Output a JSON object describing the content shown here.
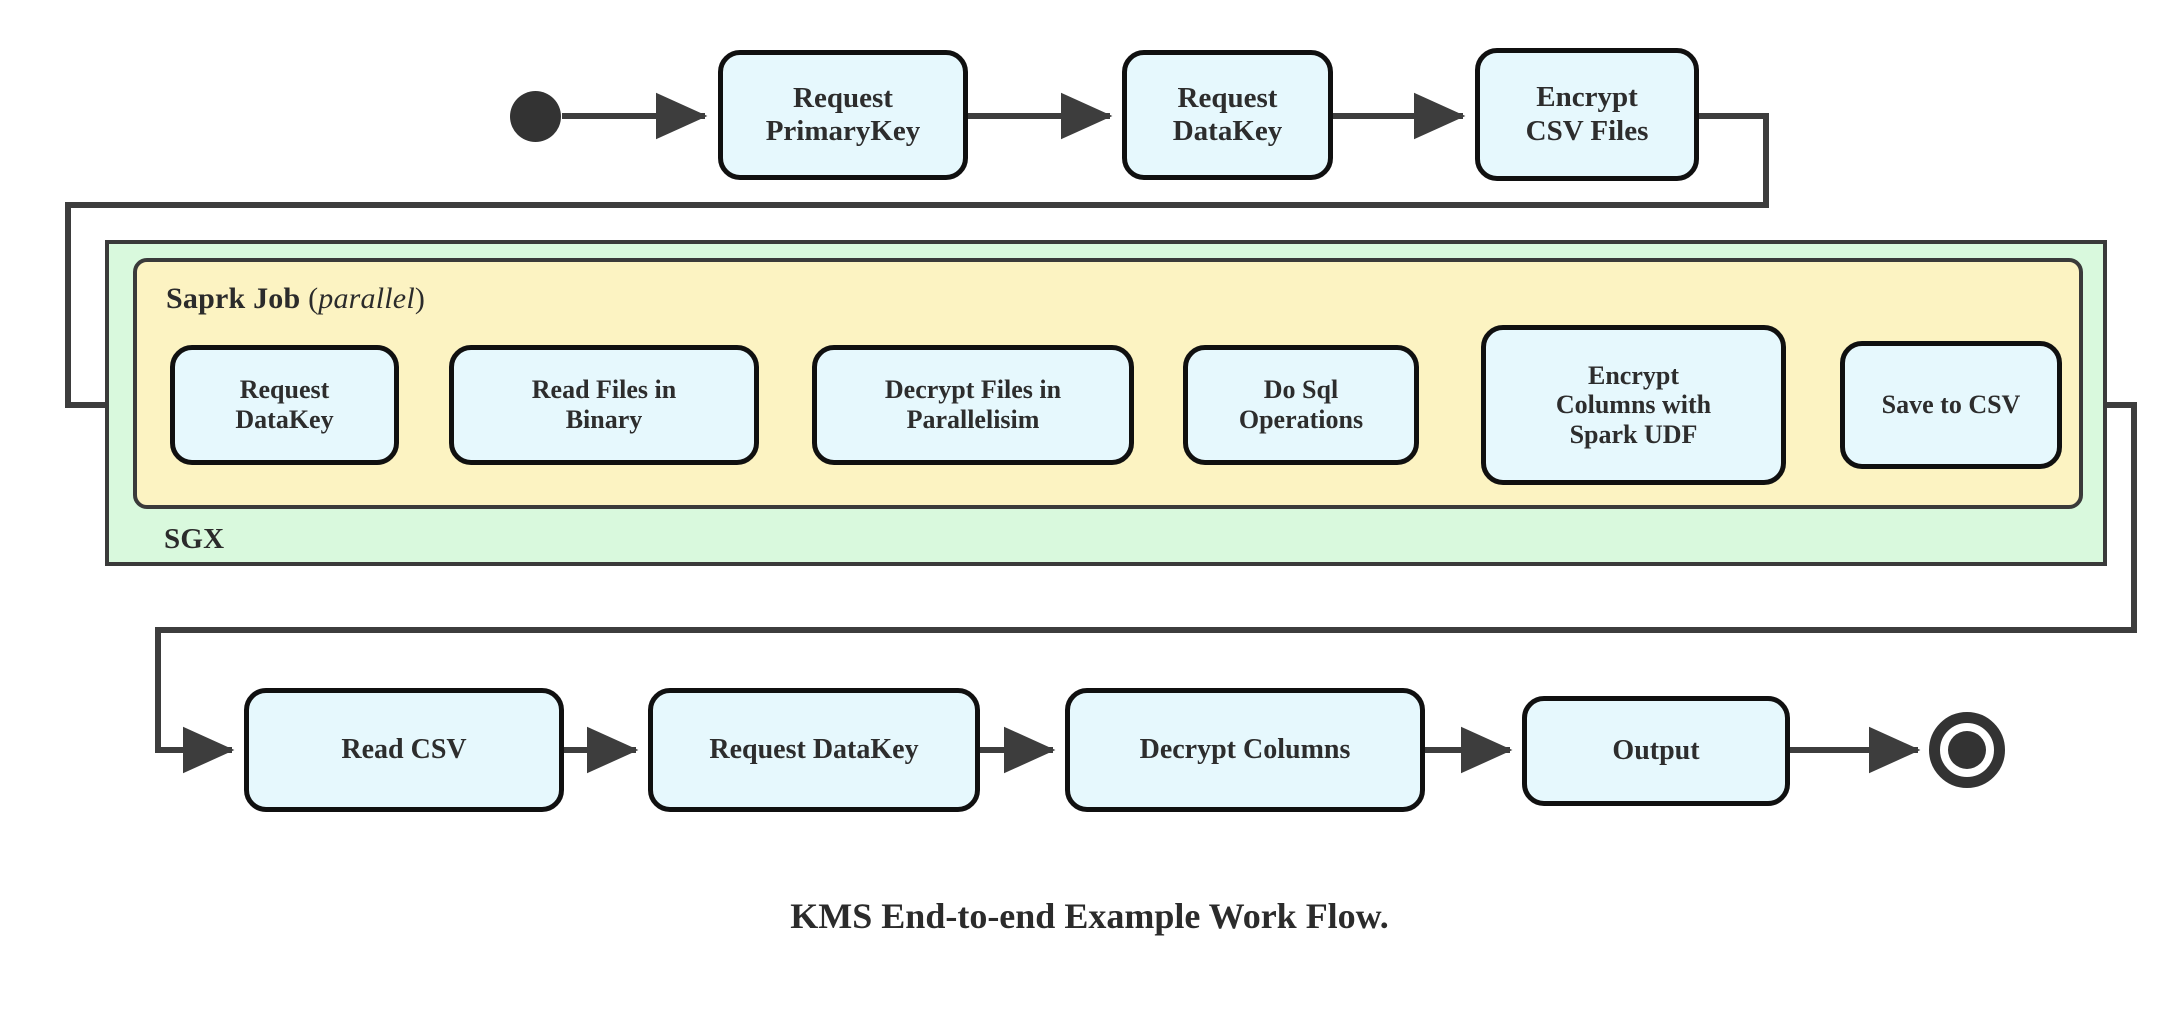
{
  "diagram": {
    "caption": "KMS End-to-end Example Work Flow.",
    "colors": {
      "node_fill": "#e6f8fd",
      "node_stroke": "#101010",
      "sgx_fill": "#d9f9dd",
      "spark_fill": "#fcf3c2",
      "container_stroke": "#3a3a3a",
      "wire": "#3d3d3d",
      "text": "#2d2d2d"
    },
    "containers": {
      "sgx": {
        "label": "SGX"
      },
      "spark": {
        "label_bold": "Saprk Job",
        "label_paren_open": "(",
        "label_italic": "parallel",
        "label_paren_close": ")"
      }
    },
    "markers": {
      "start": "start-node",
      "end": "end-node"
    },
    "rows": {
      "top": {
        "nodes": [
          {
            "id": "request-primarykey",
            "lines": [
              "Request",
              "PrimaryKey"
            ]
          },
          {
            "id": "request-datakey-top",
            "lines": [
              "Request",
              "DataKey"
            ]
          },
          {
            "id": "encrypt-csv-files",
            "lines": [
              "Encrypt",
              "CSV Files"
            ]
          }
        ]
      },
      "spark": {
        "nodes": [
          {
            "id": "request-datakey-spark",
            "lines": [
              "Request",
              "DataKey"
            ]
          },
          {
            "id": "read-files-in-binary",
            "lines": [
              "Read Files in",
              "Binary"
            ]
          },
          {
            "id": "decrypt-files-in-parallelisim",
            "lines": [
              "Decrypt Files in",
              "Parallelisim"
            ]
          },
          {
            "id": "do-sql-operations",
            "lines": [
              "Do Sql",
              "Operations"
            ]
          },
          {
            "id": "encrypt-columns-with-spark-udf",
            "lines": [
              "Encrypt",
              "Columns with",
              "Spark UDF"
            ]
          },
          {
            "id": "save-to-csv",
            "lines": [
              "Save to CSV"
            ]
          }
        ]
      },
      "bottom": {
        "nodes": [
          {
            "id": "read-csv",
            "lines": [
              "Read CSV"
            ]
          },
          {
            "id": "request-datakey-bottom",
            "lines": [
              "Request DataKey"
            ]
          },
          {
            "id": "decrypt-columns",
            "lines": [
              "Decrypt Columns"
            ]
          },
          {
            "id": "output",
            "lines": [
              "Output"
            ]
          }
        ]
      }
    }
  }
}
